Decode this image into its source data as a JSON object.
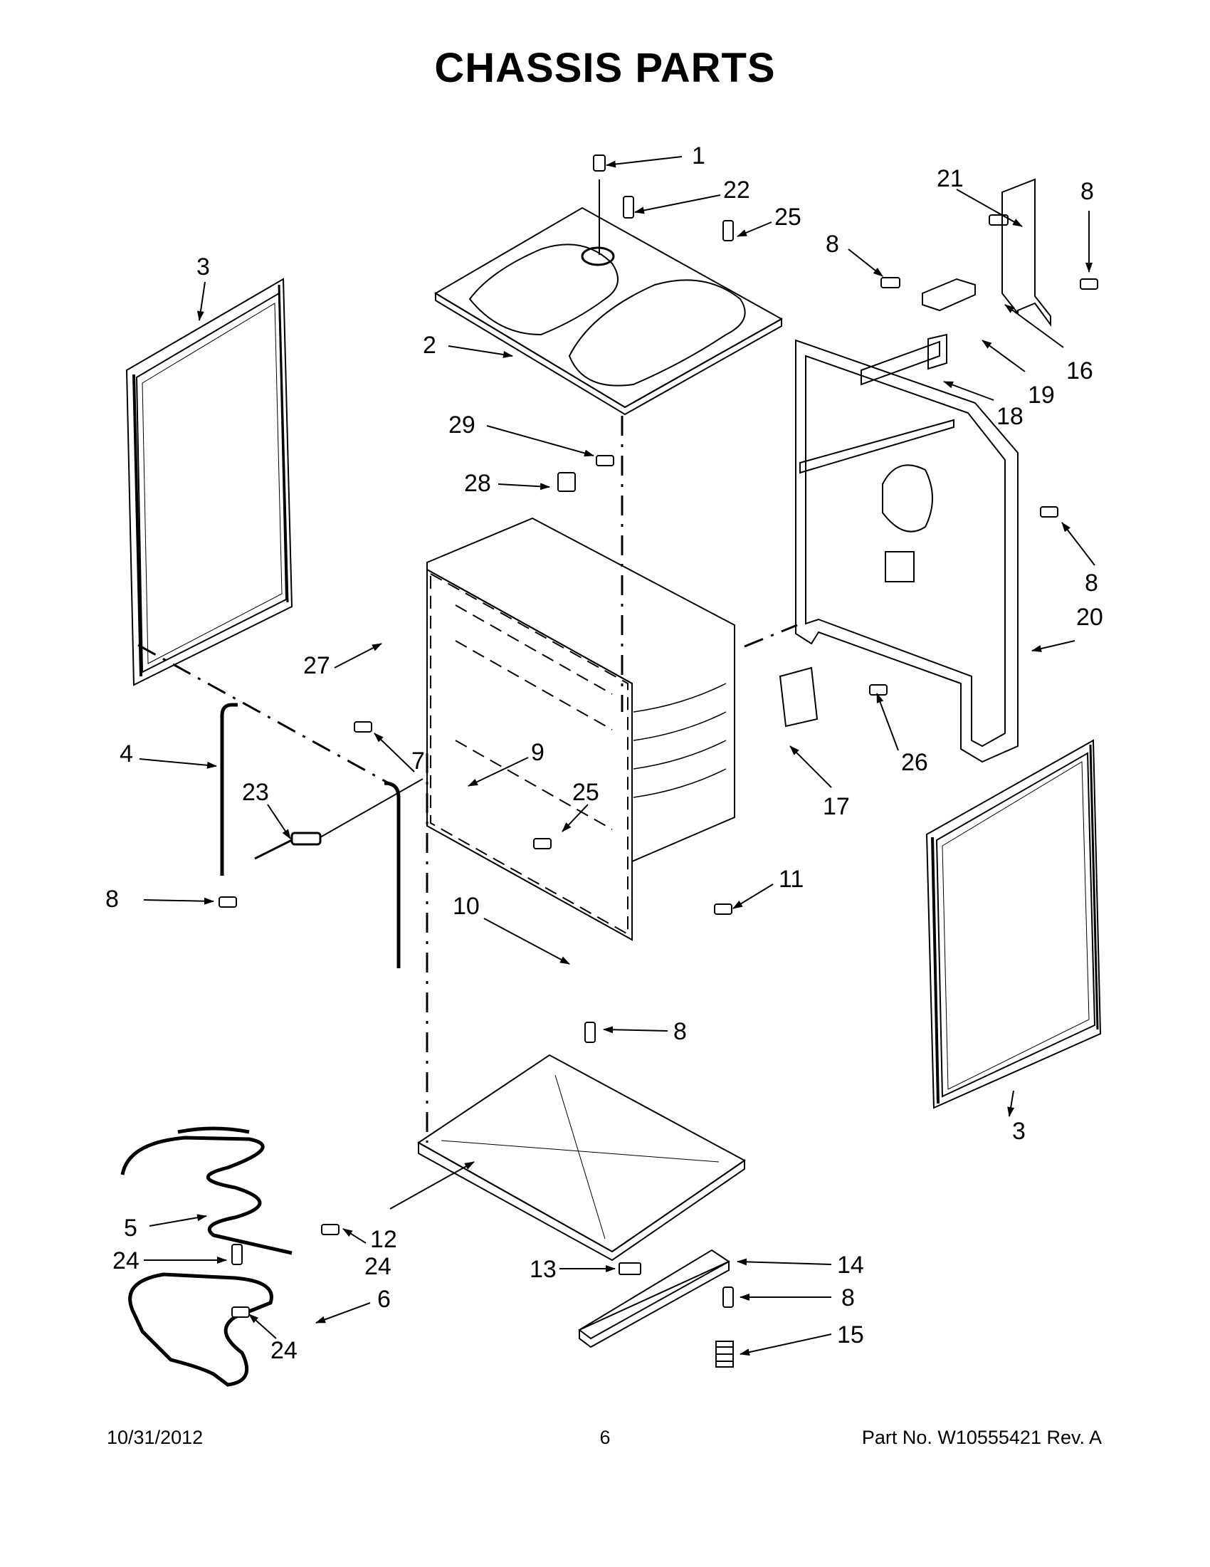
{
  "title": "CHASSIS PARTS",
  "footer": {
    "date": "10/31/2012",
    "page": "6",
    "part_no": "Part No.  W10555421  Rev.  A"
  },
  "callouts": [
    {
      "id": "c1",
      "text": "1"
    },
    {
      "id": "c22",
      "text": "22"
    },
    {
      "id": "c25a",
      "text": "25"
    },
    {
      "id": "c21",
      "text": "21"
    },
    {
      "id": "c8a",
      "text": "8"
    },
    {
      "id": "c8b",
      "text": "8"
    },
    {
      "id": "c3a",
      "text": "3"
    },
    {
      "id": "c2",
      "text": "2"
    },
    {
      "id": "c16",
      "text": "16"
    },
    {
      "id": "c19",
      "text": "19"
    },
    {
      "id": "c18",
      "text": "18"
    },
    {
      "id": "c29",
      "text": "29"
    },
    {
      "id": "c28",
      "text": "28"
    },
    {
      "id": "c8c",
      "text": "8"
    },
    {
      "id": "c20",
      "text": "20"
    },
    {
      "id": "c27",
      "text": "27"
    },
    {
      "id": "c4",
      "text": "4"
    },
    {
      "id": "c7",
      "text": "7"
    },
    {
      "id": "c9",
      "text": "9"
    },
    {
      "id": "c26",
      "text": "26"
    },
    {
      "id": "c23",
      "text": "23"
    },
    {
      "id": "c25b",
      "text": "25"
    },
    {
      "id": "c17",
      "text": "17"
    },
    {
      "id": "c8d",
      "text": "8"
    },
    {
      "id": "c11",
      "text": "11"
    },
    {
      "id": "c10",
      "text": "10"
    },
    {
      "id": "c8e",
      "text": "8"
    },
    {
      "id": "c3b",
      "text": "3"
    },
    {
      "id": "c5",
      "text": "5"
    },
    {
      "id": "c12",
      "text": "12"
    },
    {
      "id": "c24a",
      "text": "24"
    },
    {
      "id": "c24b",
      "text": "24"
    },
    {
      "id": "c13",
      "text": "13"
    },
    {
      "id": "c14",
      "text": "14"
    },
    {
      "id": "c6",
      "text": "6"
    },
    {
      "id": "c8f",
      "text": "8"
    },
    {
      "id": "c24c",
      "text": "24"
    },
    {
      "id": "c15",
      "text": "15"
    }
  ]
}
